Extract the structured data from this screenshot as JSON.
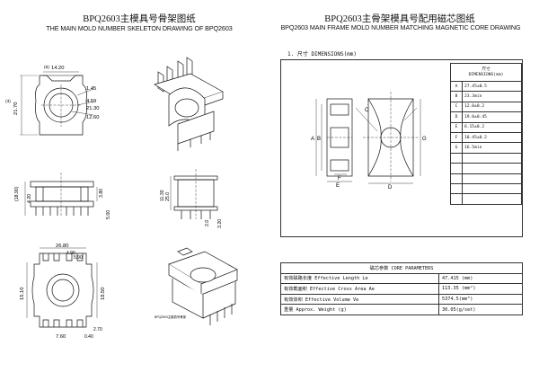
{
  "left": {
    "title_cn": "BPQ2603主模具号骨架图纸",
    "title_en": "THE MAIN MOLD NUMBER SKELETON DRAWING OF BPQ2603",
    "top_view": {
      "dims": [
        "14.20",
        "1.45",
        "(6)",
        "(3)",
        "21.70",
        "4.59",
        "21.30",
        "12.60"
      ]
    },
    "side_view": {
      "dims": [
        "(18.90)",
        "4.20",
        "3.80",
        "5.00",
        "11.30",
        "25.0",
        "2.0",
        "3.20"
      ]
    },
    "bottom_view": {
      "dims": [
        "26.80",
        "4.90",
        "5.90",
        "15.10",
        "18.50",
        "7.60",
        "0.40",
        "2.70"
      ]
    },
    "iso_note": "BPQ2603主模具号骨架"
  },
  "right": {
    "title_cn": "BPQ2603主骨架模具号配用磁芯图纸",
    "title_en": "BPQ2603 MAIN FRAME MOLD NUMBER MATCHING MAGNETIC CORE DRAWING",
    "section_label": "1.  尺寸 DIMENSIONS(mm)",
    "core_labels": [
      "A",
      "B",
      "C",
      "D",
      "E",
      "F",
      "G"
    ],
    "dim_table": {
      "header_cn": "尺寸",
      "header_en": "DIMENSIONS(mm)",
      "rows": [
        {
          "letter": "A",
          "value": "27.45±0.5"
        },
        {
          "letter": "B",
          "value": "23.3min"
        },
        {
          "letter": "C",
          "value": "12.0±0.2"
        },
        {
          "letter": "D",
          "value": "19.0±0.45"
        },
        {
          "letter": "E",
          "value": "6.15±0.2"
        },
        {
          "letter": "F",
          "value": "10.45±0.2"
        },
        {
          "letter": "G",
          "value": "16.5min"
        }
      ]
    },
    "param_table": {
      "header": "磁芯参数     CORE PARAMETERS",
      "rows": [
        {
          "label": "有效磁路长度 Effective Length  Le",
          "value": "47.415  (mm)"
        },
        {
          "label": "有效截面积 Effective Cross Area Ae",
          "value": "113.35  (mm²)"
        },
        {
          "label": "有效体积 Effective Volume Ve",
          "value": "5374.5(mm³)"
        },
        {
          "label": "重量 Approx. Weight (g)",
          "value": "30.05(g/set)"
        }
      ]
    }
  }
}
